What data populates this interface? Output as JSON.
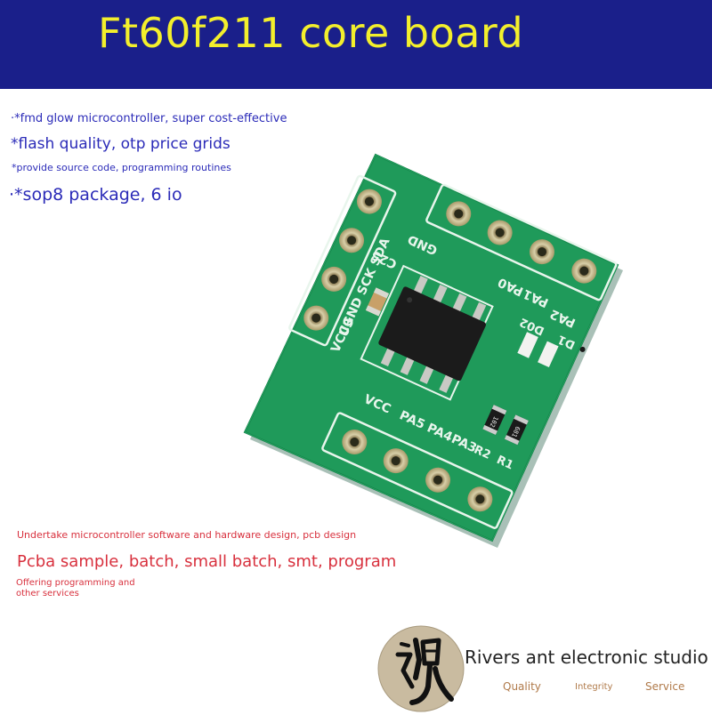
{
  "banner": {
    "title": "Ft60f211 core board",
    "bg_color": "#1a1f8a",
    "title_color": "#f3ef2c"
  },
  "features": [
    "·*fmd glow microcontroller, super cost-effective",
    "*flash quality, otp price grids",
    "*provide source code, programming routines",
    "·*sop8 package, 6 io"
  ],
  "services": {
    "line1": "Undertake microcontroller software and hardware design, pcb design",
    "line2": "Pcba sample, batch, small batch, smt, program",
    "line3": "Offering programming and other services"
  },
  "pcb_silkscreen": {
    "left_header": "VCCGND SCK SDA",
    "top_header": "GND",
    "pa0": "PA0",
    "pa1": "PA1",
    "pa2": "PA2",
    "c25": "C25",
    "d02": "D02",
    "d01": "D1",
    "u3": "U3",
    "vcc": "VCC",
    "pa5": "PA5",
    "pa4": "PA4",
    "pa3": "PA3",
    "r2": "R2",
    "r1": "R1",
    "res1": "102",
    "res2": "681"
  },
  "footer": {
    "studio_name": "Rivers ant electronic studio",
    "motto": [
      "Quality",
      "Integrity",
      "Service"
    ]
  }
}
